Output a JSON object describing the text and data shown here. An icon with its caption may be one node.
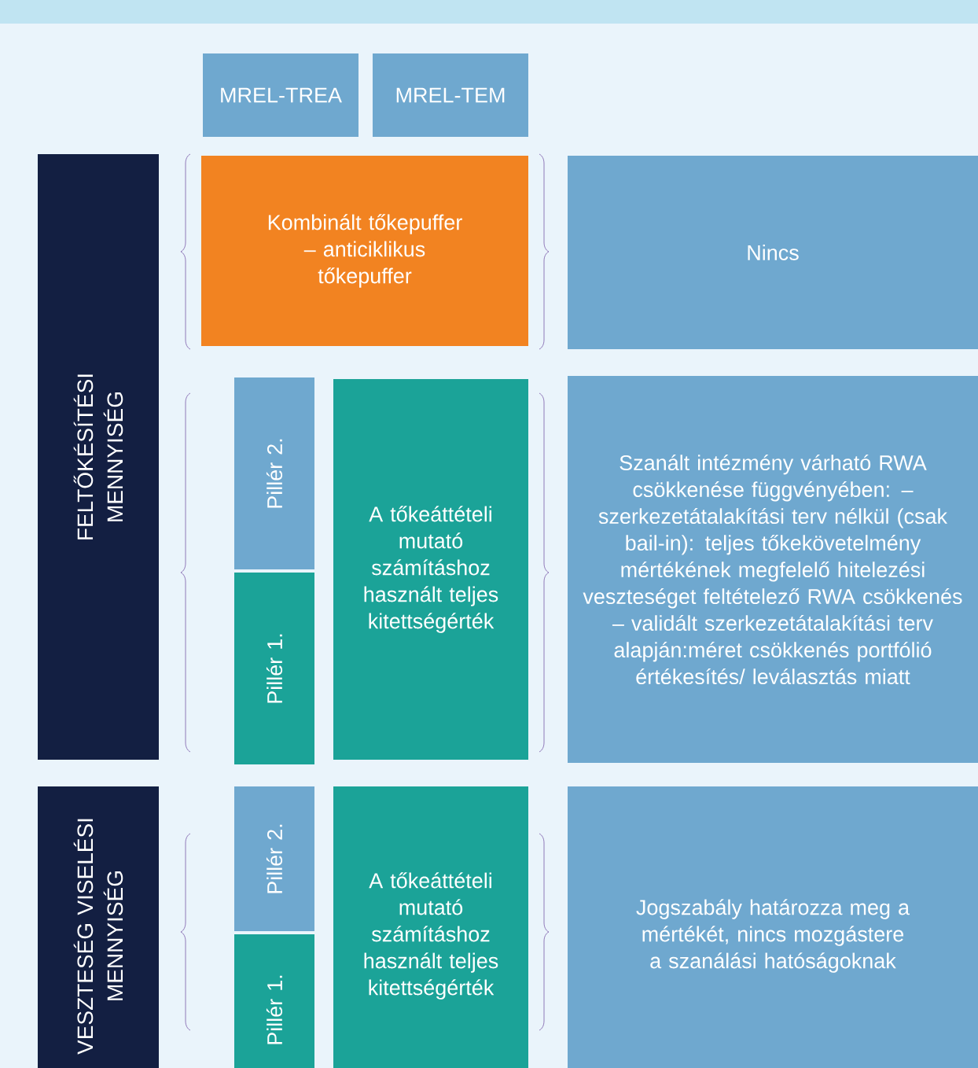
{
  "diagram": {
    "nodes": [
      {
        "text": [
          "MREL-TREA"
        ]
      },
      {
        "text": [
          "MREL-TEM"
        ]
      },
      {
        "text": [
          "FELTŐKÉSÍTÉSI MENNYISÉG"
        ]
      },
      {
        "text": [
          "Kombinált tőkepuffer – anticiklikus tőkepuffer"
        ]
      },
      {
        "text": [
          "Nincs"
        ]
      },
      {
        "text": [
          "Pillér 2."
        ]
      },
      {
        "text": [
          "Pillér 1."
        ]
      },
      {
        "text": [
          "A tőkeáttételi mutató számításhoz használt teljes kitettségérték"
        ]
      },
      {
        "text": [
          "Szanált intézmény várható RWA csökkenése függvényében: – szerkezetátalakítási terv nélkül (csak bail-in): teljes tőkekövetelmény mértékének megfelelő hitelezési veszteséget feltételező RWA csökkenés – validált szerkezetátalakítási terv alapján:méret csökkenés portfólió értékesítés/ leválasztás miatt"
        ]
      },
      {
        "text": [
          "VESZTESÉG VISELÉSI MENNYISÉG"
        ]
      },
      {
        "text": [
          "Pillér 2."
        ]
      },
      {
        "text": [
          "Pillér 1."
        ]
      },
      {
        "text": [
          "A tőkeáttételi mutató számításhoz használt teljes kitettségérték"
        ]
      },
      {
        "text": [
          "Jogszabály határozza meg a mértékét, nincs mozgástere a szanálási hatóságoknak"
        ]
      }
    ]
  }
}
